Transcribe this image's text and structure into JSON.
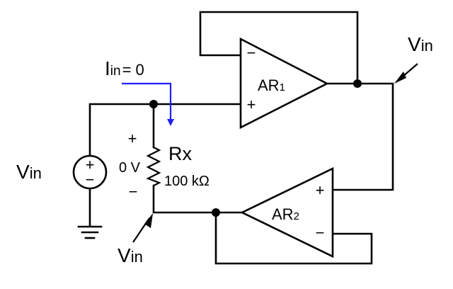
{
  "colors": {
    "ink": "#000000",
    "current_arrow": "#1f1fff",
    "background": "#ffffff"
  },
  "labels": {
    "i_in_main": "I",
    "i_in_sub": "in",
    "i_in_value": "= 0",
    "vin_source_main": "V",
    "vin_source_sub": "in",
    "vin_top_main": "V",
    "vin_top_sub": "in",
    "vin_bottom_main": "V",
    "vin_bottom_sub": "in",
    "ar1_main": "AR",
    "ar1_sub": "1",
    "ar2_main": "AR",
    "ar2_sub": "2",
    "rx_name": "Rx",
    "rx_value": "100 kΩ",
    "rx_voltage": "0 V",
    "rx_plus": "+",
    "rx_minus": "−",
    "source_plus": "+",
    "source_minus": "−",
    "ar1_inv": "−",
    "ar1_noninv": "+",
    "ar2_noninv": "+",
    "ar2_inv": "−"
  },
  "icons": [
    "voltage-source-icon",
    "resistor-icon",
    "ground-icon",
    "op-amp-icon"
  ]
}
